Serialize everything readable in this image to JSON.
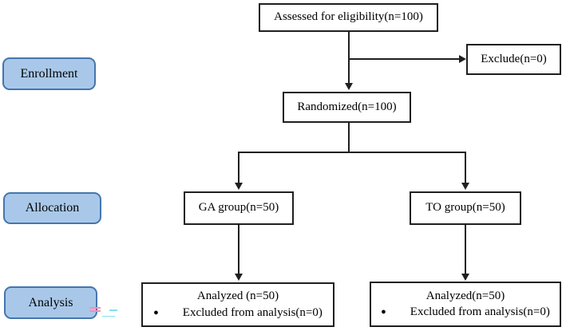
{
  "figure": {
    "stages": {
      "enrollment": "Enrollment",
      "allocation": "Allocation",
      "analysis": "Analysis"
    },
    "nodes": {
      "assessed": "Assessed for eligibility(n=100)",
      "exclude": "Exclude(n=0)",
      "randomized": "Randomized(n=100)",
      "ga_group": "GA group(n=50)",
      "to_group": "TO group(n=50)",
      "analyzed_ga": {
        "line1": "Analyzed (n=50)",
        "bullet": "●",
        "line2": "Excluded from analysis(n=0)"
      },
      "analyzed_to": {
        "line1": "Analyzed(n=50)",
        "bullet": "●",
        "line2": "Excluded from analysis(n=0)"
      }
    },
    "colors": {
      "stage_fill": "#a9c8e9",
      "stage_border": "#4576ad",
      "line_color": "#1f1f1f"
    }
  }
}
